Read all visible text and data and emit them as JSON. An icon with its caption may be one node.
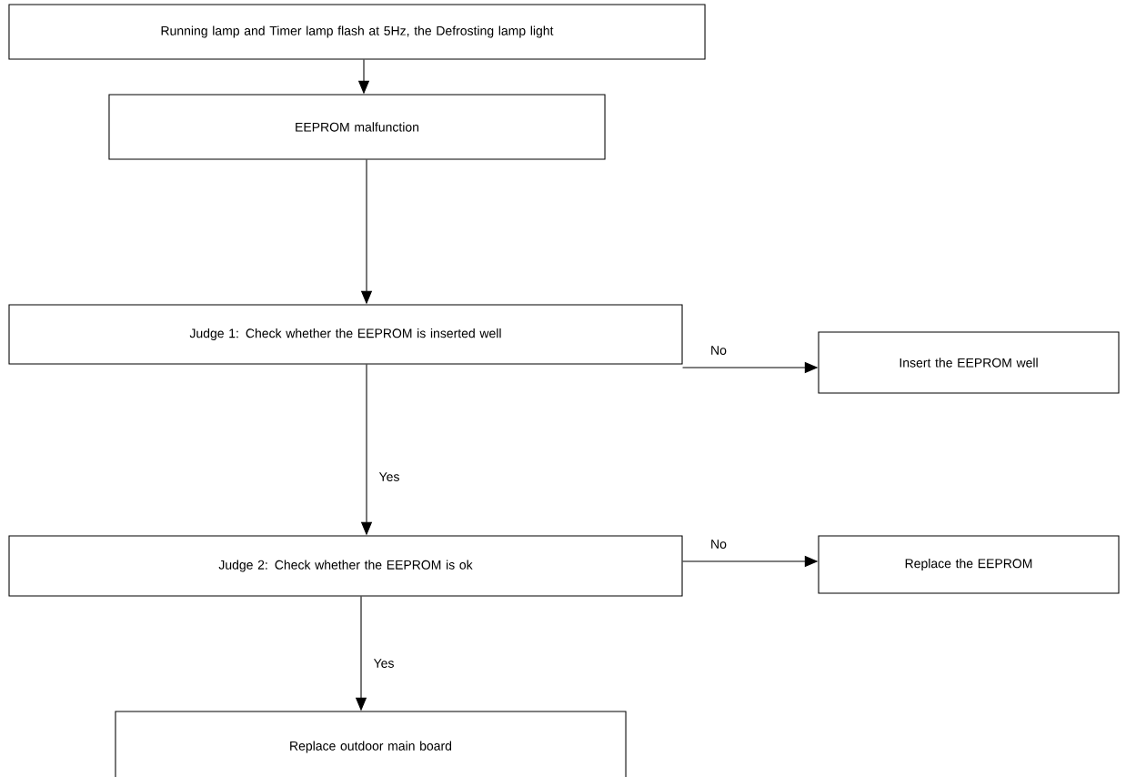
{
  "diagram": {
    "nodes": [
      {
        "text": [
          "Running lamp and Timer lamp flash at 5Hz, the Defrosting lamp light"
        ]
      },
      {
        "text": [
          "EEPROM malfunction"
        ]
      },
      {
        "text": [
          "Judge 1: Check whether the EEPROM is inserted well"
        ]
      },
      {
        "text": [
          "Insert the EEPROM well"
        ]
      },
      {
        "text": [
          "Judge 2: Check whether the EEPROM is ok"
        ]
      },
      {
        "text": [
          "Replace the EEPROM"
        ]
      },
      {
        "text": [
          "Replace outdoor main board"
        ]
      }
    ],
    "edges": [
      {
        "from": 0,
        "to": 1,
        "arrow": "to"
      },
      {
        "from": 1,
        "to": 2,
        "arrow": "to"
      },
      {
        "from": 2,
        "to": 3,
        "arrow": "to",
        "label": "No"
      },
      {
        "from": 2,
        "to": 4,
        "arrow": "to",
        "label": "Yes"
      },
      {
        "from": 4,
        "to": 5,
        "arrow": "to",
        "label": "No"
      },
      {
        "from": 4,
        "to": 6,
        "arrow": "to",
        "label": "Yes"
      }
    ]
  }
}
